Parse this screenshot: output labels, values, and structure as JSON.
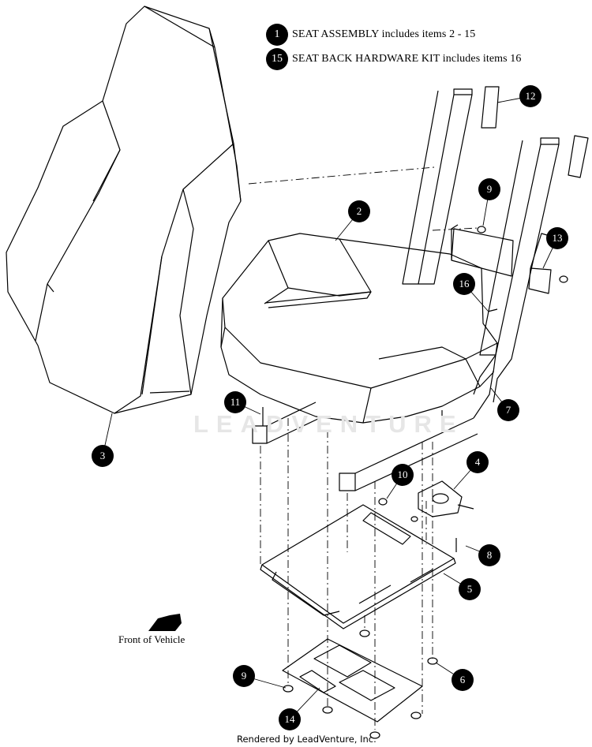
{
  "legend": [
    {
      "number": "1",
      "text": "SEAT ASSEMBLY includes items 2 - 15"
    },
    {
      "number": "15",
      "text": "SEAT BACK HARDWARE KIT includes items 16"
    }
  ],
  "callouts": {
    "c2": "2",
    "c3": "3",
    "c4": "4",
    "c5": "5",
    "c6": "6",
    "c7": "7",
    "c8": "8",
    "c9a": "9",
    "c9b": "9",
    "c10": "10",
    "c11": "11",
    "c12": "12",
    "c13": "13",
    "c14": "14",
    "c16": "16"
  },
  "front_label": "Front of Vehicle",
  "footer": "Rendered by LeadVenture, Inc.",
  "watermark": "LEADVENTURE",
  "colors": {
    "line": "#000000",
    "badge": "#000000",
    "watermark": "#e6e6e6"
  }
}
